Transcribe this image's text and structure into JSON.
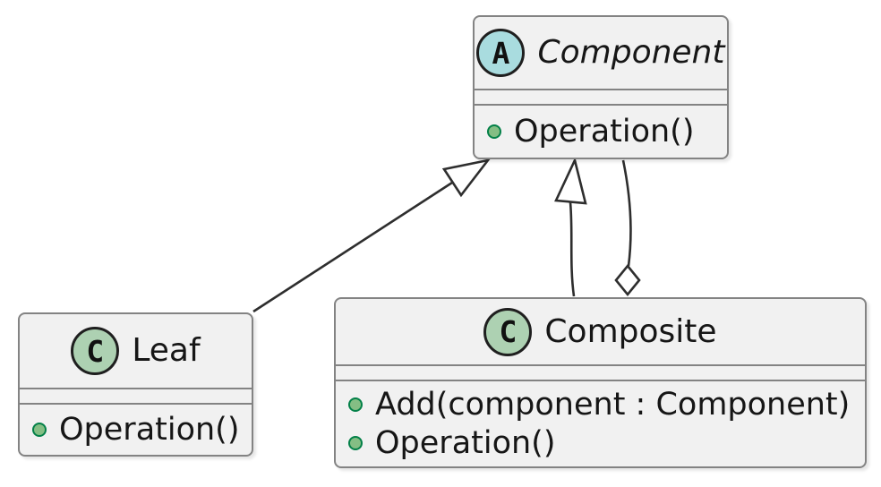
{
  "colors": {
    "background": "#FFFFFF",
    "box_fill": "#F1F1F1",
    "box_border": "#838383",
    "divider": "#838383",
    "edge": "#2E2E2E",
    "abstract_icon_fill": "#A9DCDF",
    "class_icon_fill": "#ADD1B2",
    "icon_border": "#1F1F1F",
    "bullet_fill": "#84BE84",
    "bullet_border": "#038048",
    "text": "#161616"
  },
  "classes": {
    "component": {
      "kind": "abstract-class",
      "icon_letter": "A",
      "name": "Component",
      "methods": [
        "Operation()"
      ]
    },
    "leaf": {
      "kind": "class",
      "icon_letter": "C",
      "name": "Leaf",
      "methods": [
        "Operation()"
      ]
    },
    "composite": {
      "kind": "class",
      "icon_letter": "C",
      "name": "Composite",
      "methods": [
        "Add(component : Component)",
        "Operation()"
      ]
    }
  },
  "relations": [
    {
      "from": "Leaf",
      "to": "Component",
      "type": "generalization",
      "marker": "hollow-triangle"
    },
    {
      "from": "Composite",
      "to": "Component",
      "type": "generalization",
      "marker": "hollow-triangle"
    },
    {
      "from": "Component",
      "to": "Composite",
      "type": "aggregation",
      "marker": "hollow-diamond",
      "diamond_at": "Composite"
    }
  ]
}
